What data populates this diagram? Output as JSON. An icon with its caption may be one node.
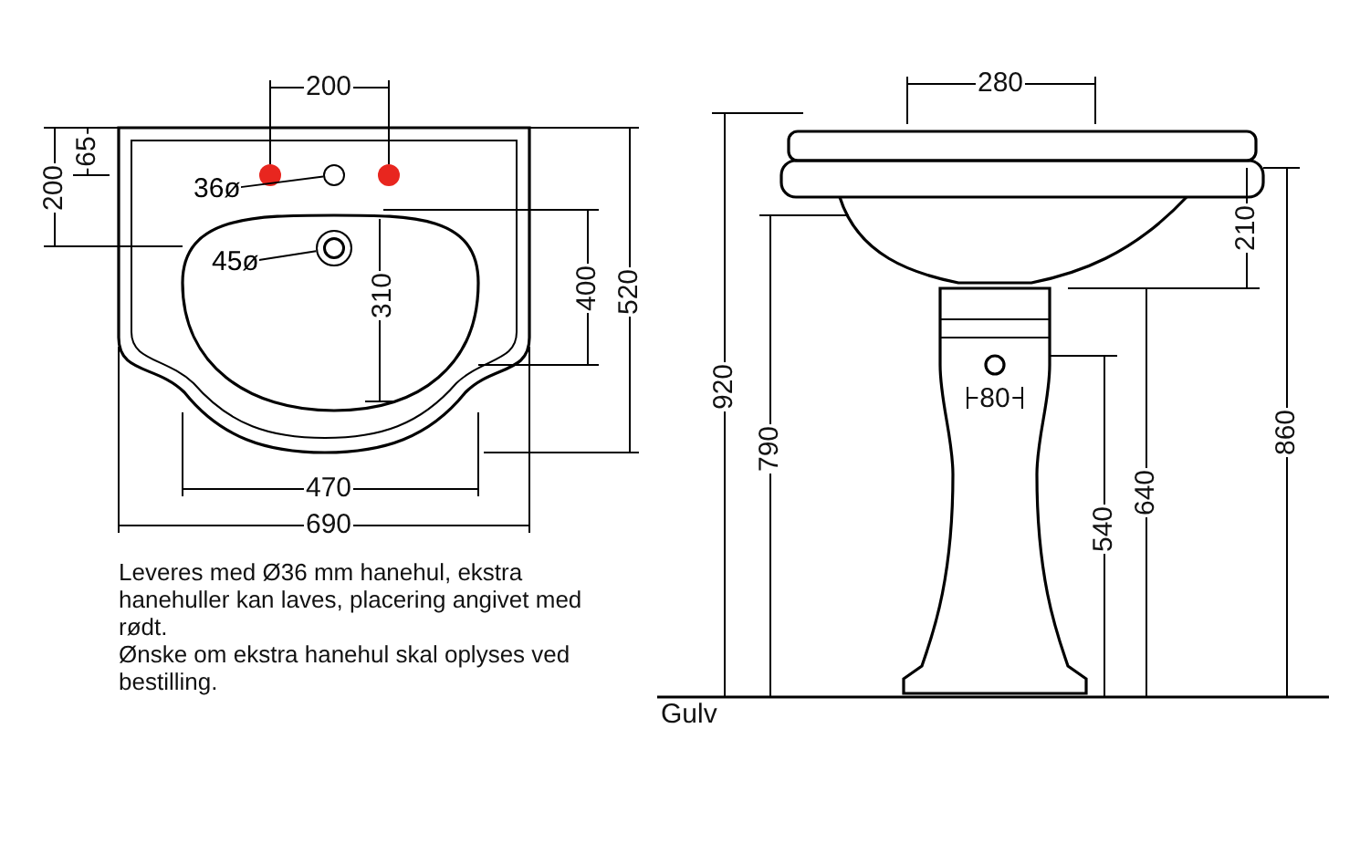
{
  "diagram": {
    "nodes": [
      {
        "text": [
          "36ø"
        ]
      },
      {
        "text": [],
        "shape": "circle"
      },
      {
        "text": [
          "45ø"
        ]
      },
      {
        "text": [],
        "shape": "circle"
      }
    ],
    "edges": [
      {
        "from": 0,
        "to": 1,
        "arrow": "none"
      },
      {
        "from": 2,
        "to": 3,
        "arrow": "none"
      }
    ],
    "labels": [
      "200",
      "280",
      "65",
      "200",
      "400",
      "520",
      "210",
      "310",
      "920",
      "790",
      "80",
      "860",
      "640",
      "540",
      "470",
      "690",
      "Leveres med Ø36 mm hanehul, ekstra hanehuller kan laves, placering angivet med rødt.",
      "Ønske om ekstra hanehul skal oplyses ved bestilling.",
      "Gulv"
    ]
  }
}
